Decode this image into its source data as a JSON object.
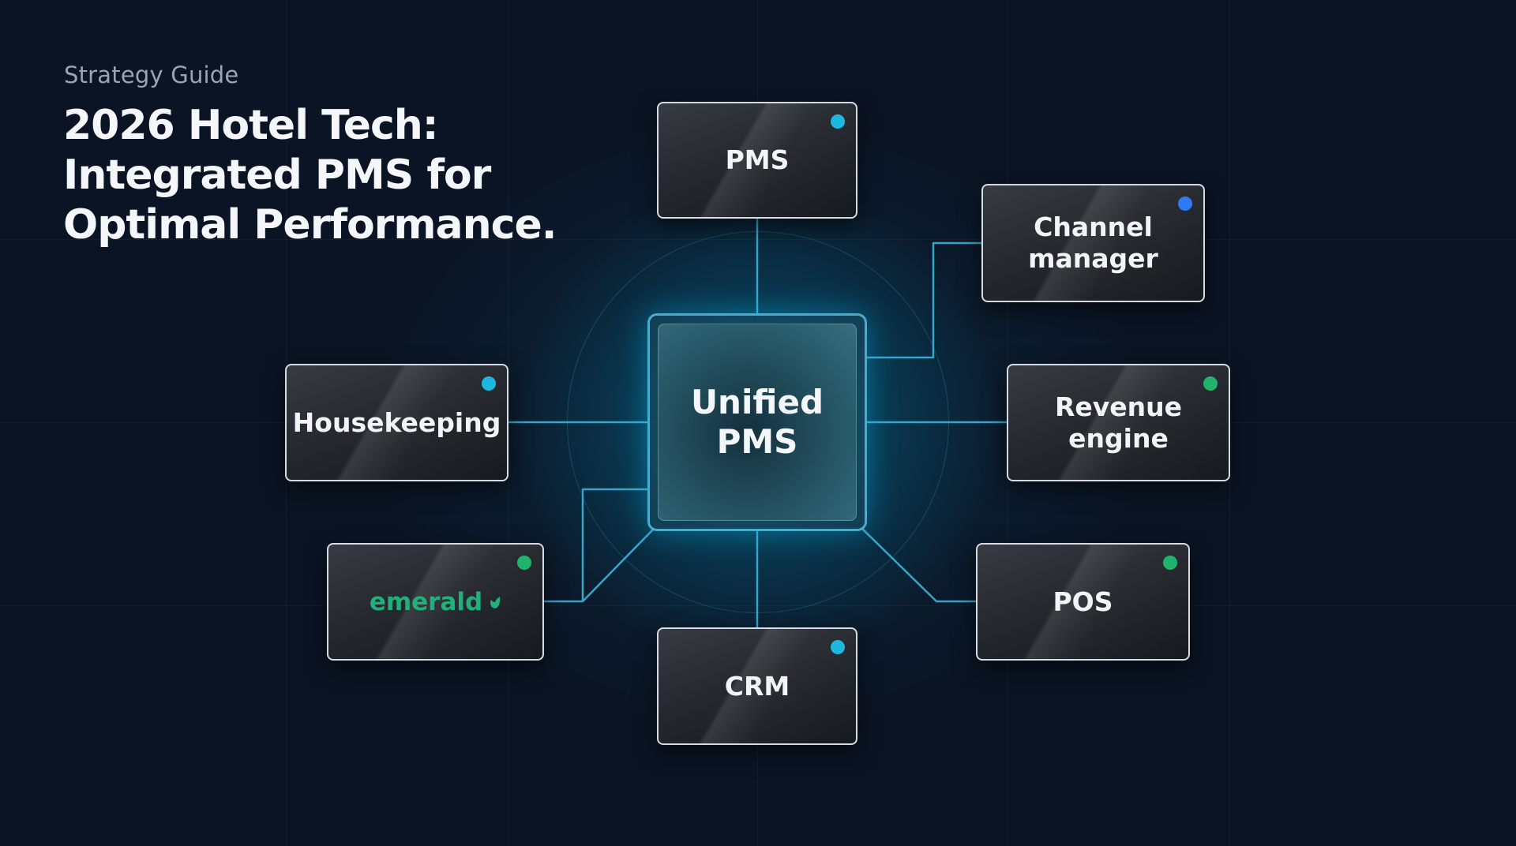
{
  "header": {
    "eyebrow": "Strategy Guide",
    "headline_lines": [
      "2026 Hotel Tech:",
      "Integrated PMS for",
      "Optimal Performance."
    ]
  },
  "hub": {
    "label_lines": [
      "Unified",
      "PMS"
    ]
  },
  "nodes": {
    "pms": {
      "label_lines": [
        "PMS"
      ],
      "status_color": "#1cb8e0"
    },
    "channel_manager": {
      "label_lines": [
        "Channel",
        "manager"
      ],
      "status_color": "#2d7bf0"
    },
    "housekeeping": {
      "label_lines": [
        "Housekeeping"
      ],
      "status_color": "#1cb8e0"
    },
    "revenue_engine": {
      "label_lines": [
        "Revenue",
        "engine"
      ],
      "status_color": "#1fb36e"
    },
    "emerald": {
      "label": "emerald",
      "logo_icon": "leaf-icon",
      "status_color": "#1fb36e"
    },
    "pos": {
      "label_lines": [
        "POS"
      ],
      "status_color": "#1fb36e"
    },
    "crm": {
      "label_lines": [
        "CRM"
      ],
      "status_color": "#1cb8e0"
    }
  },
  "colors": {
    "background": "#0b1424",
    "connector": "#3bb4d8",
    "hub_border": "#55bee1",
    "emerald_brand": "#21b07a"
  }
}
